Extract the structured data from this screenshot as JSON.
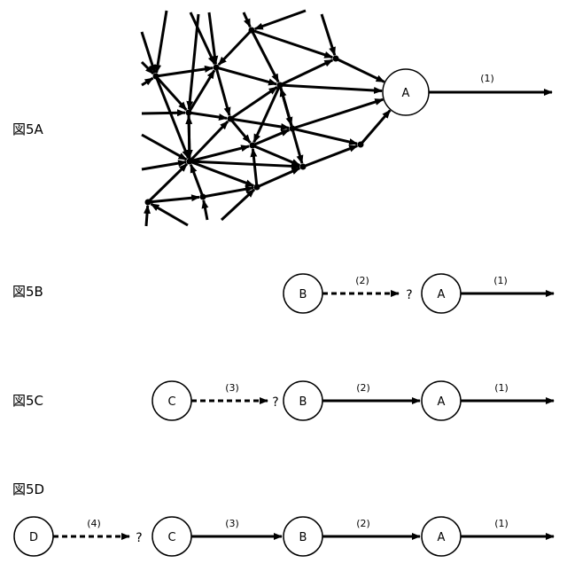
{
  "figures": [
    {
      "id": "5A",
      "label": "図5A"
    },
    {
      "id": "5B",
      "label": "図5B"
    },
    {
      "id": "5C",
      "label": "図5C"
    },
    {
      "id": "5D",
      "label": "図5D"
    }
  ],
  "nodes": {
    "A": "A",
    "B": "B",
    "C": "C",
    "D": "D"
  },
  "edge_labels": {
    "e1": "(1)",
    "e2": "(2)",
    "e3": "(3)",
    "e4": "(4)"
  },
  "unknown_marker": "?",
  "colors": {
    "ink": "#000000",
    "node_fill": "#ffffff"
  }
}
